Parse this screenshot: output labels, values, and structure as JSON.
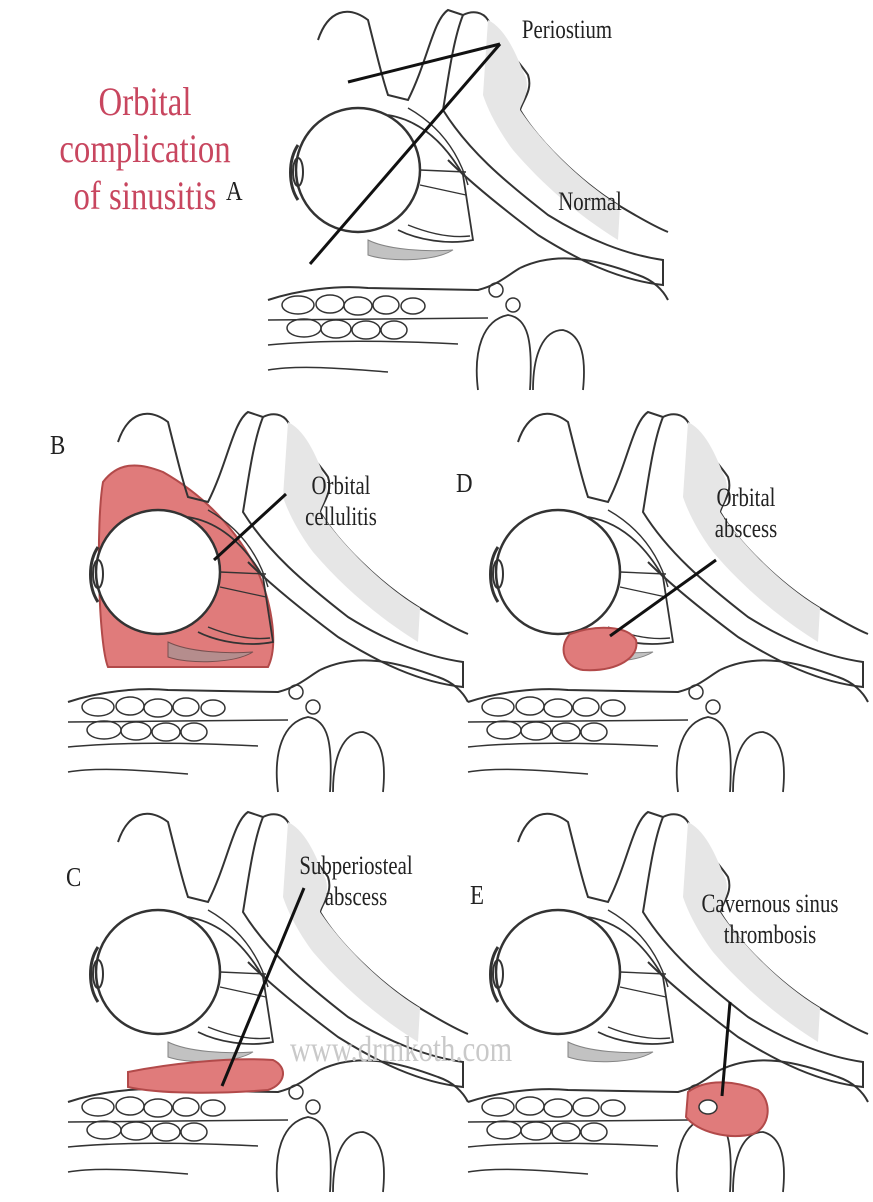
{
  "title": {
    "lines": [
      "Orbital",
      "complication",
      "of sinusitis"
    ],
    "color": "#c8465f"
  },
  "panels": [
    {
      "id": "A",
      "label": "A",
      "status": "Normal",
      "callout_lines": [
        "Periostium"
      ],
      "highlight": "none"
    },
    {
      "id": "B",
      "label": "B",
      "callout_lines": [
        "Orbital",
        "cellulitis"
      ],
      "highlight": "orbital-cellulitis"
    },
    {
      "id": "D",
      "label": "D",
      "callout_lines": [
        "Orbital",
        "abscess"
      ],
      "highlight": "orbital-abscess"
    },
    {
      "id": "C",
      "label": "C",
      "callout_lines": [
        "Subperiosteal",
        "abscess"
      ],
      "highlight": "subperiosteal-abscess"
    },
    {
      "id": "E",
      "label": "E",
      "callout_lines": [
        "Cavernous sinus",
        "thrombosis"
      ],
      "highlight": "cavernous-sinus-thrombosis"
    }
  ],
  "watermark": "www.drmkoth.com",
  "colors": {
    "highlight": "#e07b7b",
    "highlight_dark": "#b24a4a",
    "line": "#333333",
    "bone": "#e6e6e6"
  }
}
